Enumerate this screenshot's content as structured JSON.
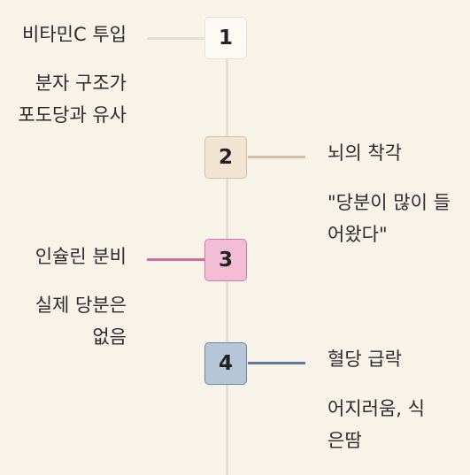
{
  "steps": [
    {
      "number": "1",
      "title": "비타민C 투입",
      "description": "분자 구조가 포도당과 유사",
      "side": "left",
      "fill": "#fdfaf4",
      "border": "#e8e1d4",
      "line": "#e4dfd6"
    },
    {
      "number": "2",
      "title": "뇌의 착각",
      "description": "\"당분이 많이 들어왔다\"",
      "side": "right",
      "fill": "#f2e4d2",
      "border": "#d8bfa0",
      "line": "#d8bd9f"
    },
    {
      "number": "3",
      "title": "인슐린 분비",
      "description": "실제 당분은 없음",
      "side": "left",
      "fill": "#f3bdd5",
      "border": "#d47aa2",
      "line": "#d0709b"
    },
    {
      "number": "4",
      "title": "혈당 급락",
      "description": "어지러움, 식은땀",
      "side": "right",
      "fill": "#b5c6d8",
      "border": "#6f86a3",
      "line": "#5f789c"
    }
  ]
}
